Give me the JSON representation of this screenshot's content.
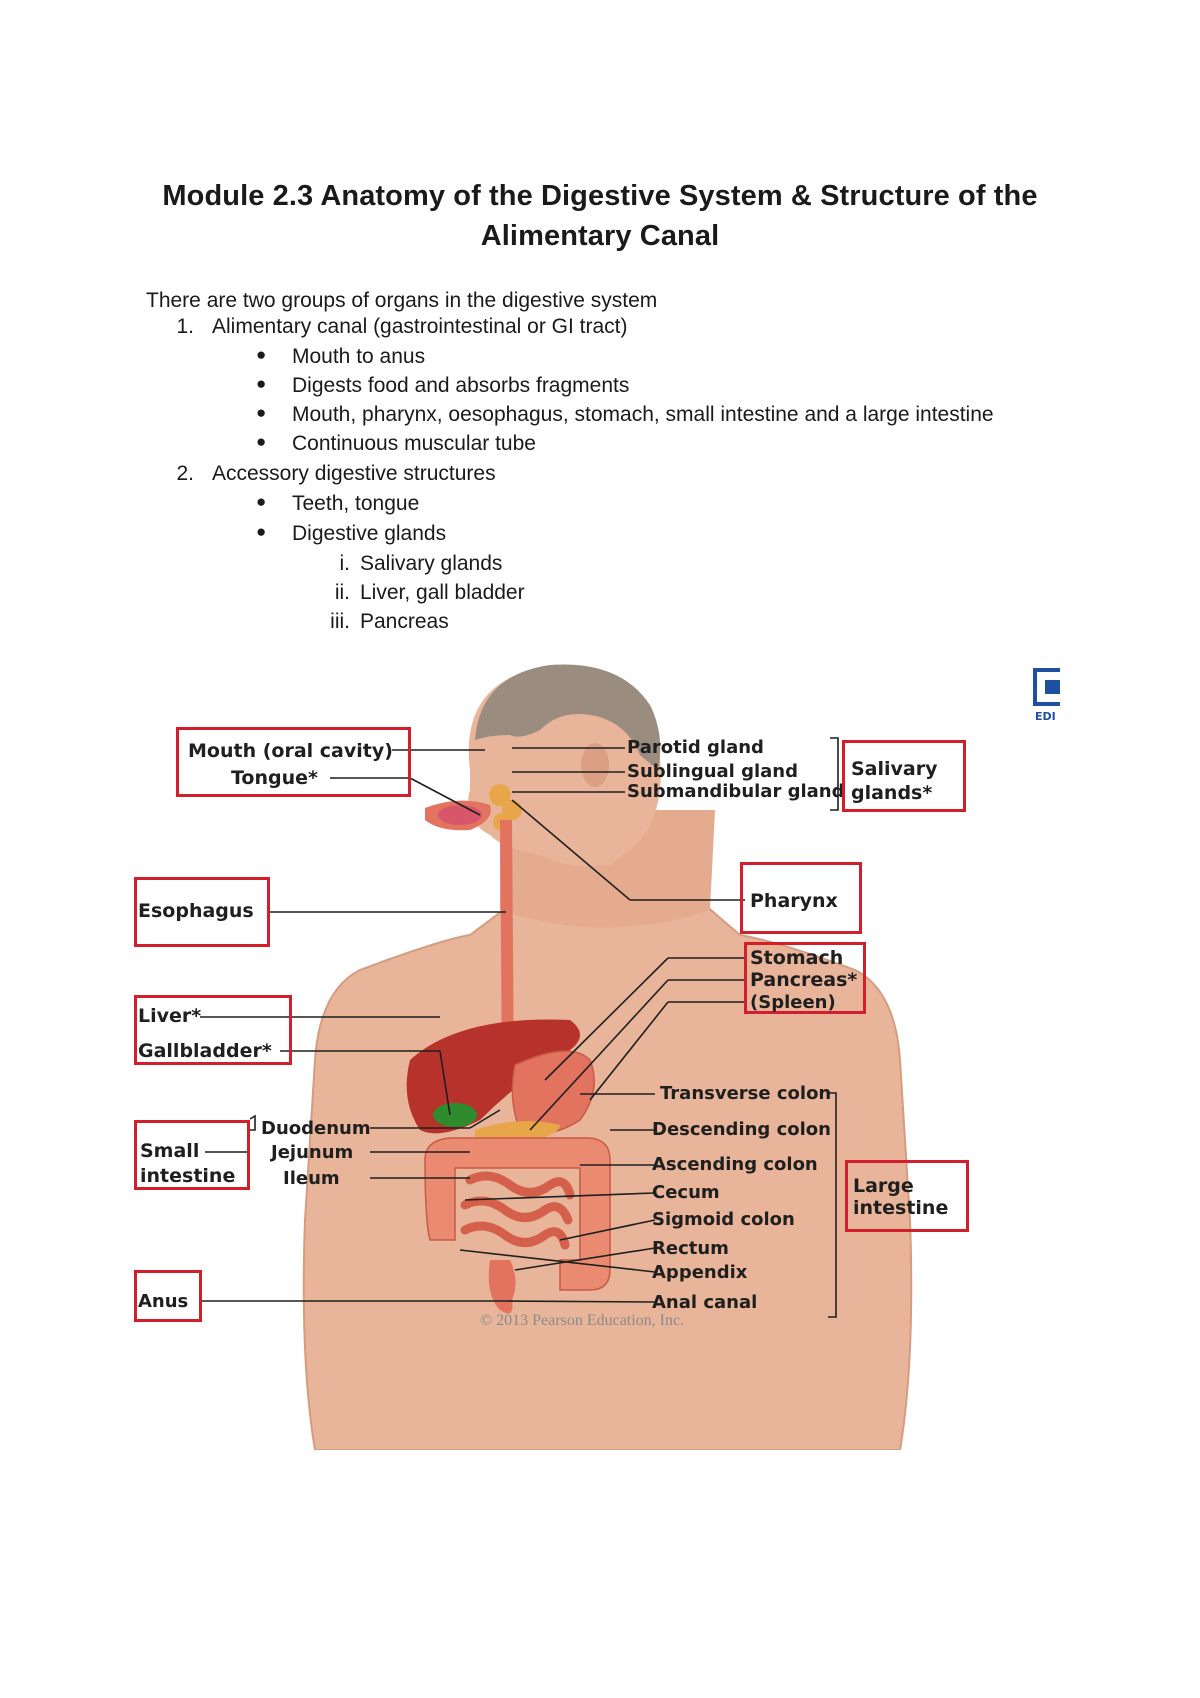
{
  "title": {
    "line1": "Module 2.3 Anatomy of the Digestive System & Structure of the",
    "line2": "Alimentary Canal"
  },
  "intro": "There are two groups of organs in the digestive system",
  "groups": [
    {
      "number": "1.",
      "label": "Alimentary canal (gastrointestinal or GI tract)",
      "bullets": [
        "Mouth to anus",
        "Digests food and absorbs fragments",
        "Mouth, pharynx, oesophagus, stomach, small intestine and a large intestine",
        "Continuous muscular tube"
      ]
    },
    {
      "number": "2.",
      "label": "Accessory digestive structures",
      "bullets": [
        "Teeth, tongue",
        "Digestive glands"
      ],
      "subitems": [
        {
          "number": "i.",
          "label": "Salivary glands"
        },
        {
          "number": "ii.",
          "label": "Liver, gall bladder"
        },
        {
          "number": "iii.",
          "label": "Pancreas"
        }
      ]
    }
  ],
  "figure": {
    "labels": {
      "mouth": "Mouth (oral cavity)",
      "tongue": "Tongue*",
      "esophagus": "Esophagus",
      "liver": "Liver*",
      "gallbladder": "Gallbladder*",
      "small_intestine_1": "Small",
      "small_intestine_2": "intestine",
      "duodenum": "Duodenum",
      "jejunum": "Jejunum",
      "ileum": "Ileum",
      "anus": "Anus",
      "parotid": "Parotid gland",
      "sublingual": "Sublingual gland",
      "submandibular": "Submandibular gland",
      "salivary_1": "Salivary",
      "salivary_2": "glands*",
      "pharynx": "Pharynx",
      "stomach": "Stomach",
      "pancreas": "Pancreas*",
      "spleen": "(Spleen)",
      "transverse": "Transverse colon",
      "descending": "Descending colon",
      "ascending": "Ascending colon",
      "cecum": "Cecum",
      "sigmoid": "Sigmoid colon",
      "rectum": "Rectum",
      "appendix": "Appendix",
      "anal_canal": "Anal canal",
      "large_intestine_1": "Large",
      "large_intestine_2": "intestine"
    },
    "credit": "© 2013 Pearson Education, Inc.",
    "logo_text": "EDI"
  },
  "colors": {
    "box_border": "#d21f2b",
    "skin": "#e8b59a",
    "organ": "#e2735f",
    "liver": "#b8322c",
    "gallbladder": "#2e8b2e",
    "pancreas": "#e8a64a",
    "logo": "#1f4fa0"
  }
}
